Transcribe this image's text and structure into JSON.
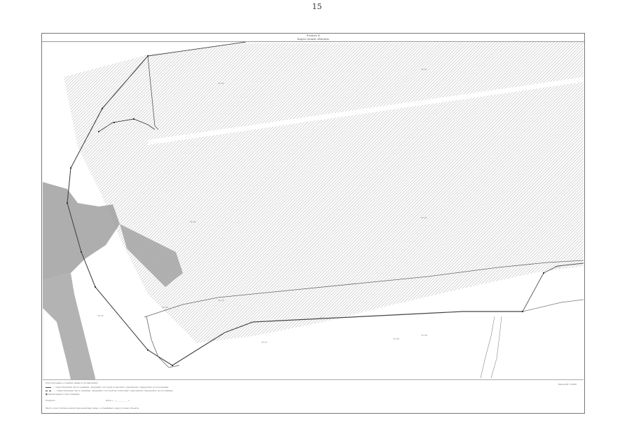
{
  "page": {
    "number": "15"
  },
  "sheet": {
    "title_line1": "Раздел 4",
    "title_line2": "Карта (план) объекта"
  },
  "map": {
    "colors": {
      "hatch": "#b8b8b8",
      "forest": "#9a9a9a",
      "boundary": "#444444",
      "road": "#777777"
    },
    "labels": [
      "35:01",
      "35:02",
      "35:03",
      "35:04",
      "35:05",
      "35:06",
      "35:07",
      "35:08",
      "35:09",
      "35:10",
      "35:11",
      "35:12"
    ]
  },
  "legend": {
    "title": "Используемые условные знаки и обозначения:",
    "items": [
      "— существующая часть границы, сведения о которой позволяют однозначно определить ее положение",
      "- - - существующая часть границы, сведения о которой не позволяют однозначно определить ее положение",
      "■ характерная точка границы"
    ],
    "scale": "Масштаб 1:5000",
    "signature": "Подпись",
    "date": "Дата «__» __________ г.",
    "footer": "Место для оттиска печати (при наличии) лица, составившего карту (план) объекта"
  }
}
